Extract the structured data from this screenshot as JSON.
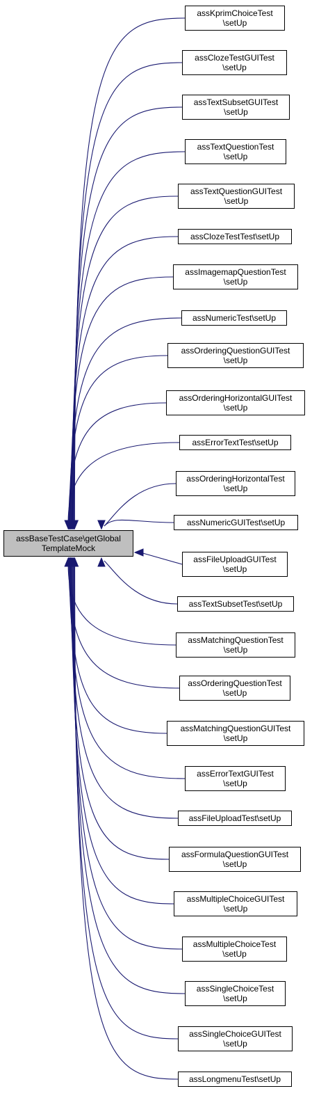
{
  "colors": {
    "edge": "#191970",
    "root_fill": "#bfbfbf",
    "node_fill": "#ffffff",
    "border": "#000000"
  },
  "root": {
    "id": "root",
    "lines": [
      "assBaseTestCase\\getGlobal",
      "TemplateMock"
    ]
  },
  "callers": [
    {
      "id": "kprim",
      "lines": [
        "assKprimChoiceTest",
        "\\setUp"
      ]
    },
    {
      "id": "clozegui",
      "lines": [
        "assClozeTestGUITest",
        "\\setUp"
      ]
    },
    {
      "id": "textsubsetgui",
      "lines": [
        "assTextSubsetGUITest",
        "\\setUp"
      ]
    },
    {
      "id": "textquestion",
      "lines": [
        "assTextQuestionTest",
        "\\setUp"
      ]
    },
    {
      "id": "textquestiongui",
      "lines": [
        "assTextQuestionGUITest",
        "\\setUp"
      ]
    },
    {
      "id": "clozetest",
      "lines": [
        "assClozeTestTest\\setUp"
      ]
    },
    {
      "id": "imagemap",
      "lines": [
        "assImagemapQuestionTest",
        "\\setUp"
      ]
    },
    {
      "id": "numeric",
      "lines": [
        "assNumericTest\\setUp"
      ]
    },
    {
      "id": "orderinggui",
      "lines": [
        "assOrderingQuestionGUITest",
        "\\setUp"
      ]
    },
    {
      "id": "orderinghorizgui",
      "lines": [
        "assOrderingHorizontalGUITest",
        "\\setUp"
      ]
    },
    {
      "id": "errortext",
      "lines": [
        "assErrorTextTest\\setUp"
      ]
    },
    {
      "id": "orderinghoriz",
      "lines": [
        "assOrderingHorizontalTest",
        "\\setUp"
      ]
    },
    {
      "id": "numericgui",
      "lines": [
        "assNumericGUITest\\setUp"
      ]
    },
    {
      "id": "fileuploadgui",
      "lines": [
        "assFileUploadGUITest",
        "\\setUp"
      ]
    },
    {
      "id": "textsubset",
      "lines": [
        "assTextSubsetTest\\setUp"
      ]
    },
    {
      "id": "matching",
      "lines": [
        "assMatchingQuestionTest",
        "\\setUp"
      ]
    },
    {
      "id": "ordering",
      "lines": [
        "assOrderingQuestionTest",
        "\\setUp"
      ]
    },
    {
      "id": "matchinggui",
      "lines": [
        "assMatchingQuestionGUITest",
        "\\setUp"
      ]
    },
    {
      "id": "errortextgui",
      "lines": [
        "assErrorTextGUITest",
        "\\setUp"
      ]
    },
    {
      "id": "fileupload",
      "lines": [
        "assFileUploadTest\\setUp"
      ]
    },
    {
      "id": "formulagui",
      "lines": [
        "assFormulaQuestionGUITest",
        "\\setUp"
      ]
    },
    {
      "id": "multiplechoicegui",
      "lines": [
        "assMultipleChoiceGUITest",
        "\\setUp"
      ]
    },
    {
      "id": "multiplechoice",
      "lines": [
        "assMultipleChoiceTest",
        "\\setUp"
      ]
    },
    {
      "id": "singlechoice",
      "lines": [
        "assSingleChoiceTest",
        "\\setUp"
      ]
    },
    {
      "id": "singlechoicegui",
      "lines": [
        "assSingleChoiceGUITest",
        "\\setUp"
      ]
    },
    {
      "id": "longmenu",
      "lines": [
        "assLongmenuTest\\setUp"
      ]
    }
  ]
}
